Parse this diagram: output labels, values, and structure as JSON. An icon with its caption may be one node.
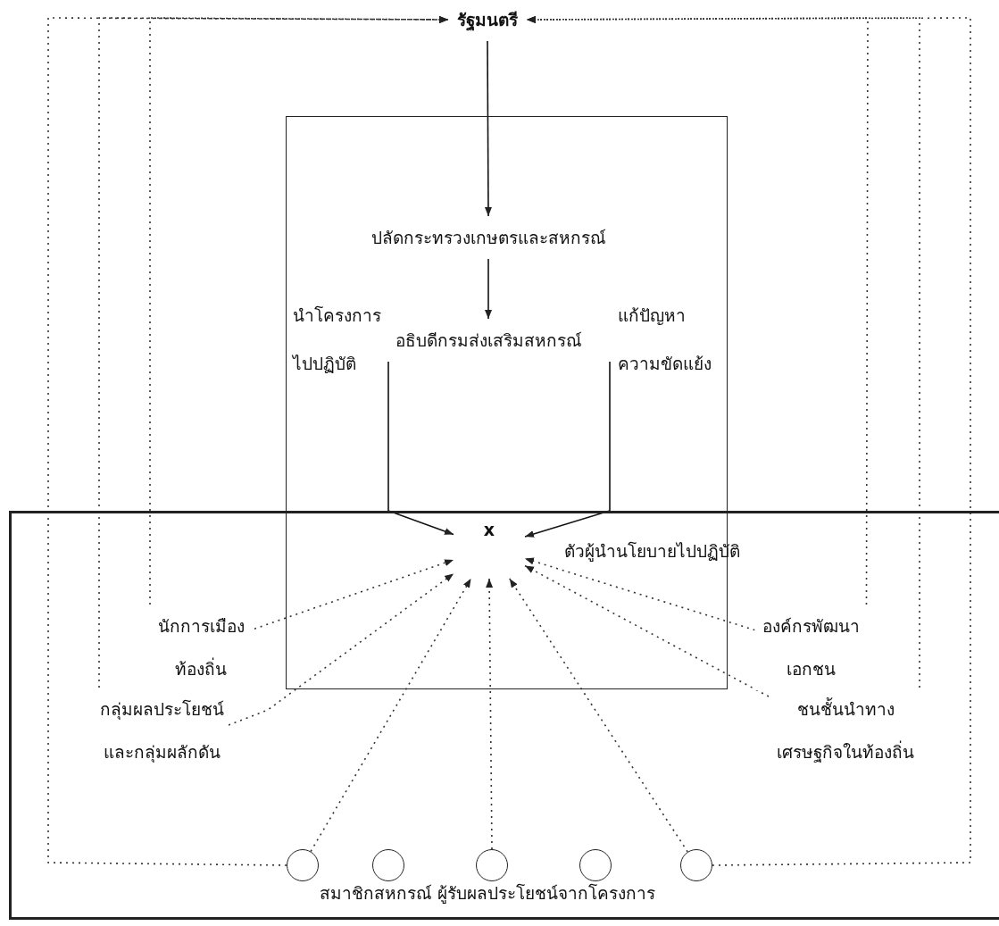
{
  "diagram": {
    "nodes": [
      {
        "text": [
          "รัฐมนตรี"
        ]
      },
      {
        "text": [],
        "shape": "box"
      },
      {
        "text": [
          "ปลัดกระทรวงเกษตรและสหกรณ์"
        ],
        "in": 1
      },
      {
        "text": [
          "อธิบดีกรมส่งเสริมสหกรณ์"
        ],
        "in": 1
      },
      {
        "text": [],
        "shape": "box"
      },
      {
        "text": [
          "x"
        ]
      },
      {
        "text": [
          "นักการเมืองท้องถิ่น"
        ],
        "in": 4
      },
      {
        "text": [
          "องค์กรพัฒนาเอกชน"
        ],
        "in": 4
      },
      {
        "text": [
          "กลุ่มผลประโยชน์และกลุ่มผลักดัน"
        ],
        "in": 4
      },
      {
        "text": [
          "ชนชั้นนำทางเศรษฐกิจในท้องถิ่น"
        ],
        "in": 4
      },
      {
        "text": [],
        "shape": "circle",
        "in": 4
      },
      {
        "text": [],
        "shape": "circle",
        "in": 4
      },
      {
        "text": [],
        "shape": "circle",
        "in": 4
      },
      {
        "text": [],
        "shape": "circle",
        "in": 4
      },
      {
        "text": [],
        "shape": "circle",
        "in": 4
      }
    ],
    "edges": [
      {
        "from": 0,
        "to": 2,
        "arrow": "to"
      },
      {
        "from": 2,
        "to": 3,
        "arrow": "to"
      },
      {
        "from": 3,
        "to": 5,
        "arrow": "to",
        "label": "นำโครงการไปปฏิบัติ"
      },
      {
        "from": 3,
        "to": 5,
        "arrow": "to",
        "label": "แก้ปัญหาความขัดแย้ง"
      },
      {
        "from": 6,
        "to": 5,
        "arrow": "to",
        "style": "dashed"
      },
      {
        "from": 8,
        "to": 5,
        "arrow": "to",
        "style": "dashed"
      },
      {
        "from": 10,
        "to": 5,
        "arrow": "to",
        "style": "dashed"
      },
      {
        "from": 12,
        "to": 5,
        "arrow": "to",
        "style": "dashed"
      },
      {
        "from": 14,
        "to": 5,
        "arrow": "to",
        "style": "dashed"
      },
      {
        "from": 9,
        "to": 5,
        "arrow": "to",
        "style": "dashed"
      },
      {
        "from": 7,
        "to": 5,
        "arrow": "to",
        "style": "dashed"
      },
      {
        "from": 10,
        "to": 0,
        "arrow": "to",
        "style": "dashed"
      },
      {
        "from": 8,
        "to": 0,
        "arrow": "to",
        "style": "dashed"
      },
      {
        "from": 6,
        "to": 0,
        "arrow": "to",
        "style": "dashed"
      },
      {
        "from": 14,
        "to": 0,
        "arrow": "to",
        "style": "dashed"
      },
      {
        "from": 9,
        "to": 0,
        "arrow": "to",
        "style": "dashed"
      },
      {
        "from": 7,
        "to": 0,
        "arrow": "to",
        "style": "dashed"
      }
    ],
    "labels": [
      "ตัวผู้นำนโยบายไปปฏิบัติ",
      "สมาชิกสหกรณ์ ผู้รับผลประโยชน์จากโครงการ"
    ]
  }
}
